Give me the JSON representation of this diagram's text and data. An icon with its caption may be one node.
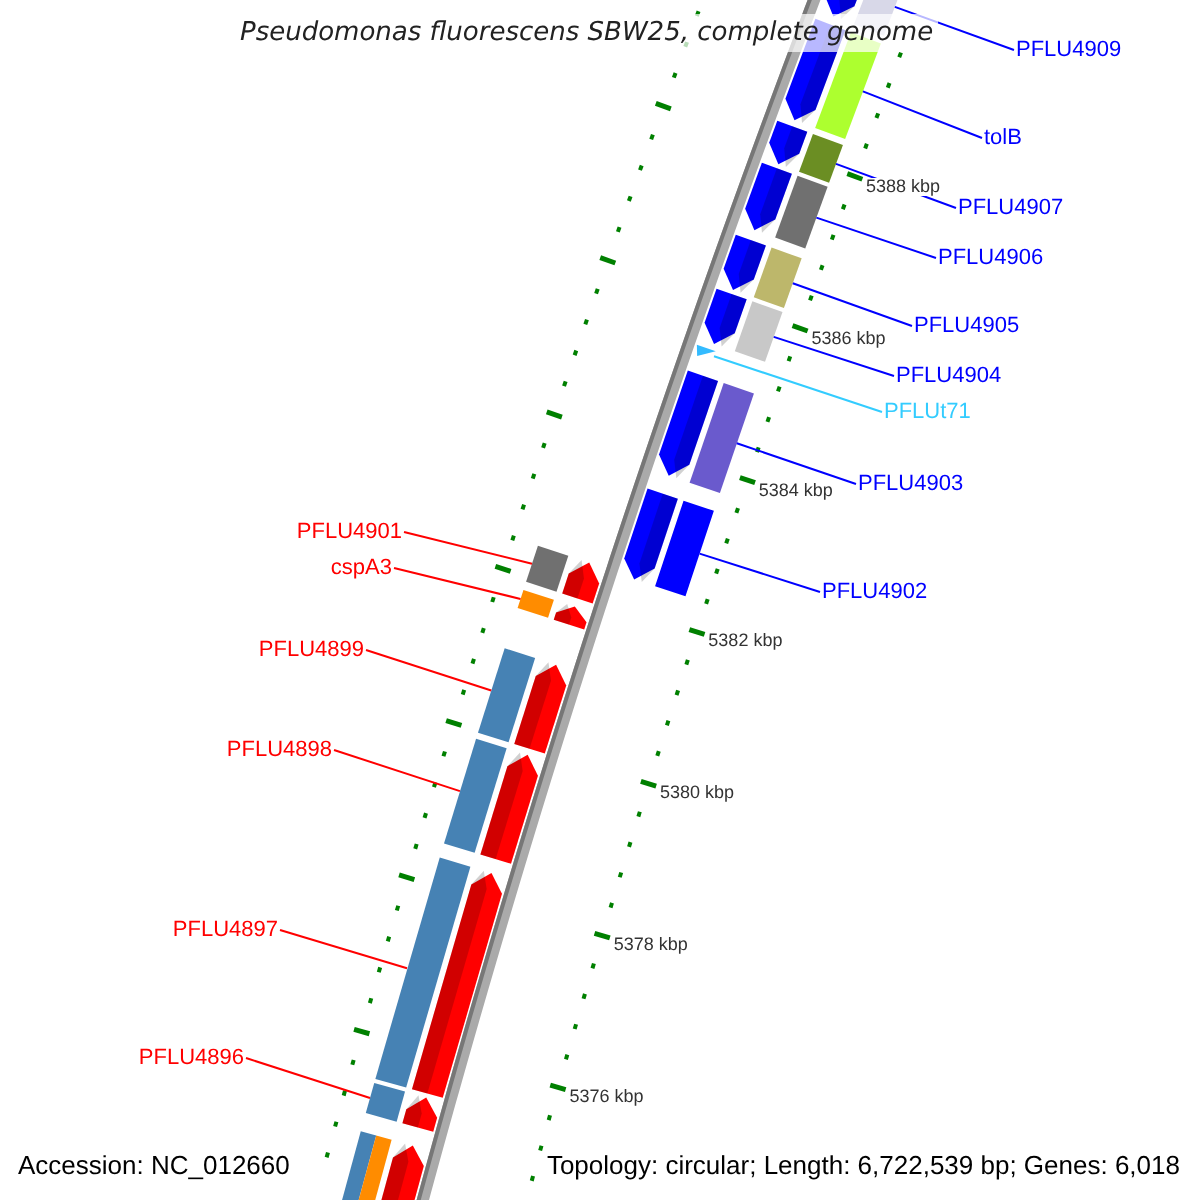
{
  "diagram": {
    "title": "Pseudomonas fluorescens SBW25, complete genome",
    "nodes": [
      {
        "text": [],
        "shape": "bar"
      },
      {
        "text": [
          "PFLU4909"
        ]
      },
      {
        "text": [],
        "shape": "bar"
      },
      {
        "text": [
          "tolB"
        ]
      },
      {
        "text": [],
        "shape": "bar"
      },
      {
        "text": [
          "PFLU4907"
        ]
      },
      {
        "text": [],
        "shape": "bar"
      },
      {
        "text": [
          "PFLU4906"
        ]
      },
      {
        "text": [],
        "shape": "bar"
      },
      {
        "text": [
          "PFLU4905"
        ]
      },
      {
        "text": [],
        "shape": "bar"
      },
      {
        "text": [
          "PFLU4904"
        ]
      },
      {
        "text": [],
        "shape": "triangle"
      },
      {
        "text": [
          "PFLUt71"
        ]
      },
      {
        "text": [],
        "shape": "bar"
      },
      {
        "text": [
          "PFLU4903"
        ]
      },
      {
        "text": [],
        "shape": "bar"
      },
      {
        "text": [
          "PFLU4902"
        ]
      },
      {
        "text": [
          "PFLU4901"
        ]
      },
      {
        "text": [],
        "shape": "bar"
      },
      {
        "text": [
          "cspA3"
        ]
      },
      {
        "text": [],
        "shape": "bar"
      },
      {
        "text": [
          "PFLU4899"
        ]
      },
      {
        "text": [],
        "shape": "bar"
      },
      {
        "text": [
          "PFLU4898"
        ]
      },
      {
        "text": [],
        "shape": "bar"
      },
      {
        "text": [
          "PFLU4897"
        ]
      },
      {
        "text": [],
        "shape": "bar"
      },
      {
        "text": [
          "PFLU4896"
        ]
      },
      {
        "text": [],
        "shape": "bar"
      },
      {
        "text": [],
        "shape": "bar"
      }
    ],
    "edges": [
      {
        "from": 1,
        "to": 0,
        "arrow": "none"
      },
      {
        "from": 3,
        "to": 2,
        "arrow": "none"
      },
      {
        "from": 5,
        "to": 4,
        "arrow": "none"
      },
      {
        "from": 7,
        "to": 6,
        "arrow": "none"
      },
      {
        "from": 9,
        "to": 8,
        "arrow": "none"
      },
      {
        "from": 11,
        "to": 10,
        "arrow": "none"
      },
      {
        "from": 13,
        "to": 12,
        "arrow": "none",
        "color": "#33ccff"
      },
      {
        "from": 15,
        "to": 14,
        "arrow": "none"
      },
      {
        "from": 17,
        "to": 16,
        "arrow": "none"
      },
      {
        "from": 18,
        "to": 19,
        "arrow": "none",
        "color": "#ff0000"
      },
      {
        "from": 20,
        "to": 21,
        "arrow": "none",
        "color": "#ff0000"
      },
      {
        "from": 22,
        "to": 23,
        "arrow": "none",
        "color": "#ff0000"
      },
      {
        "from": 24,
        "to": 25,
        "arrow": "none",
        "color": "#ff0000"
      },
      {
        "from": 26,
        "to": 27,
        "arrow": "none",
        "color": "#ff0000"
      },
      {
        "from": 28,
        "to": 29,
        "arrow": "none",
        "color": "#ff0000"
      }
    ],
    "labels": [
      "5388 kbp",
      "5386 kbp",
      "5384 kbp",
      "5382 kbp",
      "5380 kbp",
      "5378 kbp",
      "5376 kbp",
      "Accession: NC_012660",
      "Topology: circular; Length: 6,722,539 bp; Genes: 6,018"
    ]
  }
}
